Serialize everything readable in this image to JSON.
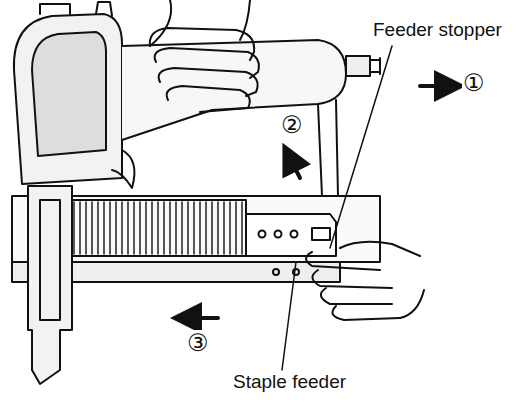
{
  "diagram": {
    "labels": [
      "Feeder stopper",
      "①",
      "②",
      "③",
      "Staple feeder"
    ]
  }
}
